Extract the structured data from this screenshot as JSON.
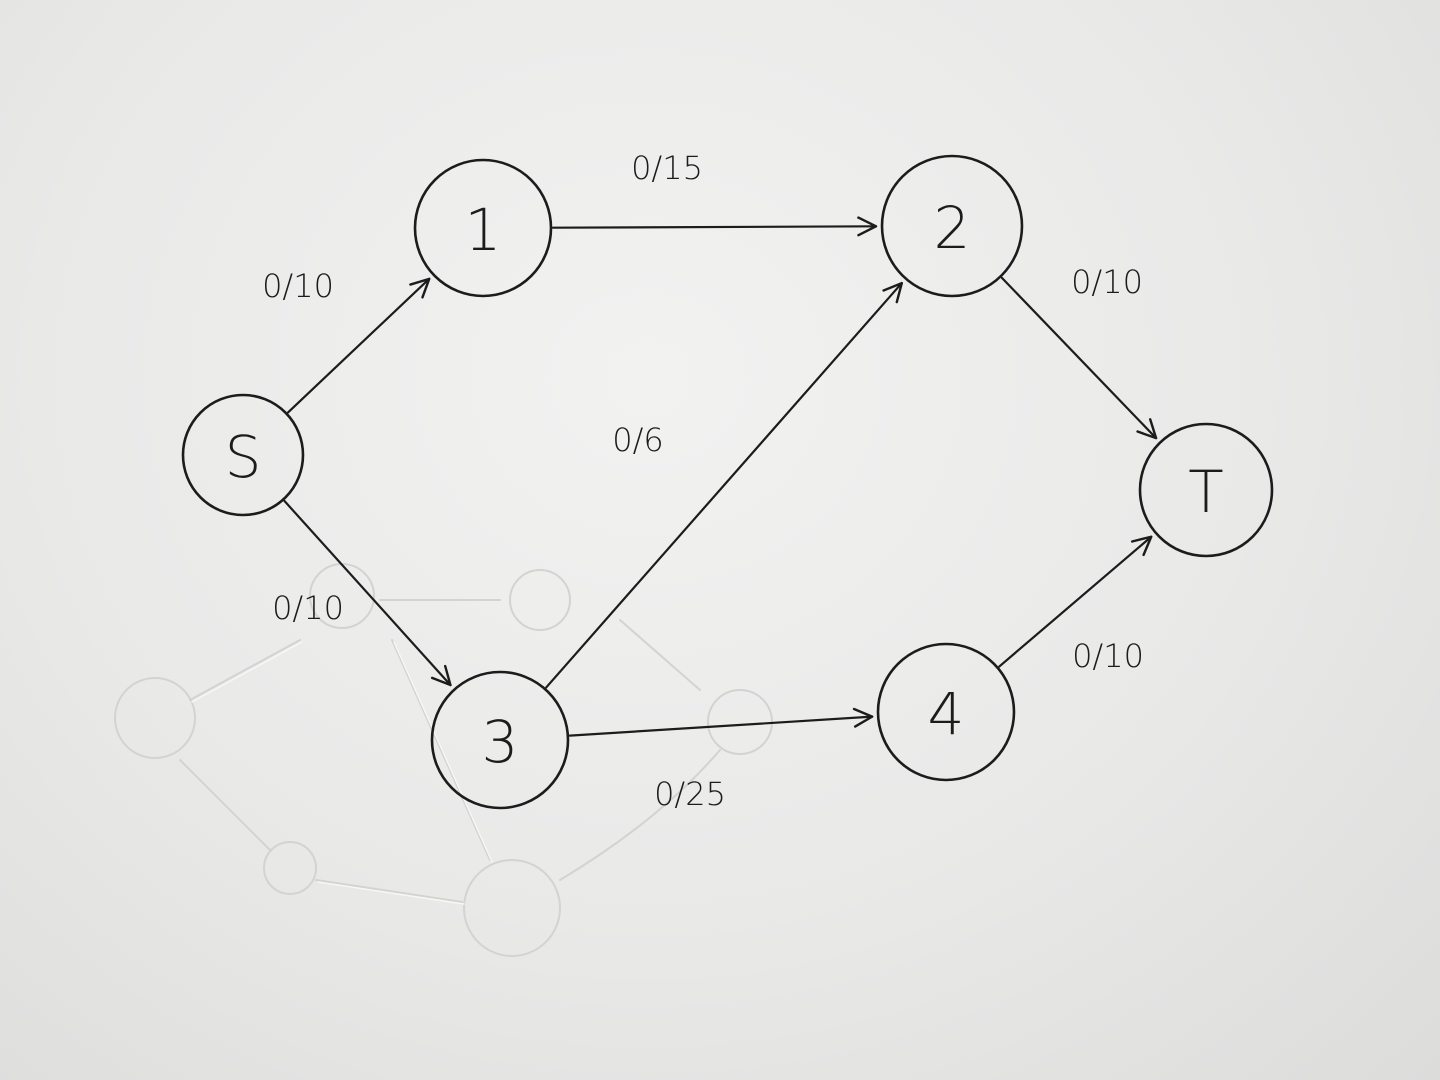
{
  "graph": {
    "nodes": [
      {
        "id": "S",
        "label": "S"
      },
      {
        "id": "1",
        "label": "1"
      },
      {
        "id": "2",
        "label": "2"
      },
      {
        "id": "3",
        "label": "3"
      },
      {
        "id": "4",
        "label": "4"
      },
      {
        "id": "T",
        "label": "T"
      }
    ],
    "edges": [
      {
        "from": "S",
        "to": "1",
        "label": "0/10"
      },
      {
        "from": "S",
        "to": "3",
        "label": "0/10"
      },
      {
        "from": "1",
        "to": "2",
        "label": "0/15"
      },
      {
        "from": "3",
        "to": "2",
        "label": "0/6"
      },
      {
        "from": "3",
        "to": "4",
        "label": "0/25"
      },
      {
        "from": "2",
        "to": "T",
        "label": "0/10"
      },
      {
        "from": "4",
        "to": "T",
        "label": "0/10"
      }
    ]
  },
  "colors": {
    "ink": "#1c1c1c",
    "paper": "#ecebea"
  }
}
